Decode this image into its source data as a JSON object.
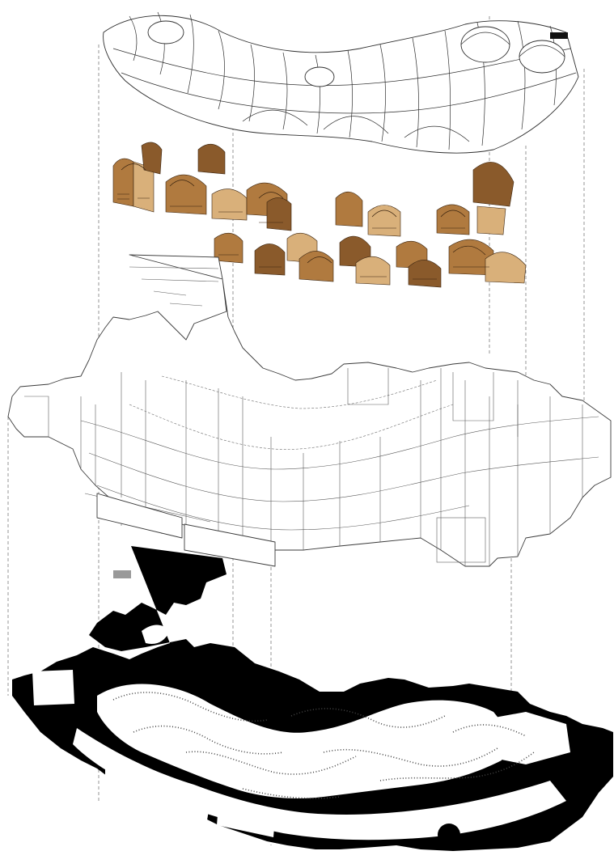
{
  "diagram": {
    "type": "exploded-axonometric",
    "layers": [
      {
        "id": "vaults",
        "style": "line-drawing"
      },
      {
        "id": "timber-formwork",
        "style": "tinted",
        "color": "#b07a3f"
      },
      {
        "id": "walls",
        "style": "line-drawing"
      },
      {
        "id": "floor-plan",
        "style": "poche",
        "color": "#000000"
      }
    ],
    "colors": {
      "background": "#ffffff",
      "line": "#3a3a3a",
      "timber": "#b07a3f",
      "poche": "#000000"
    }
  }
}
